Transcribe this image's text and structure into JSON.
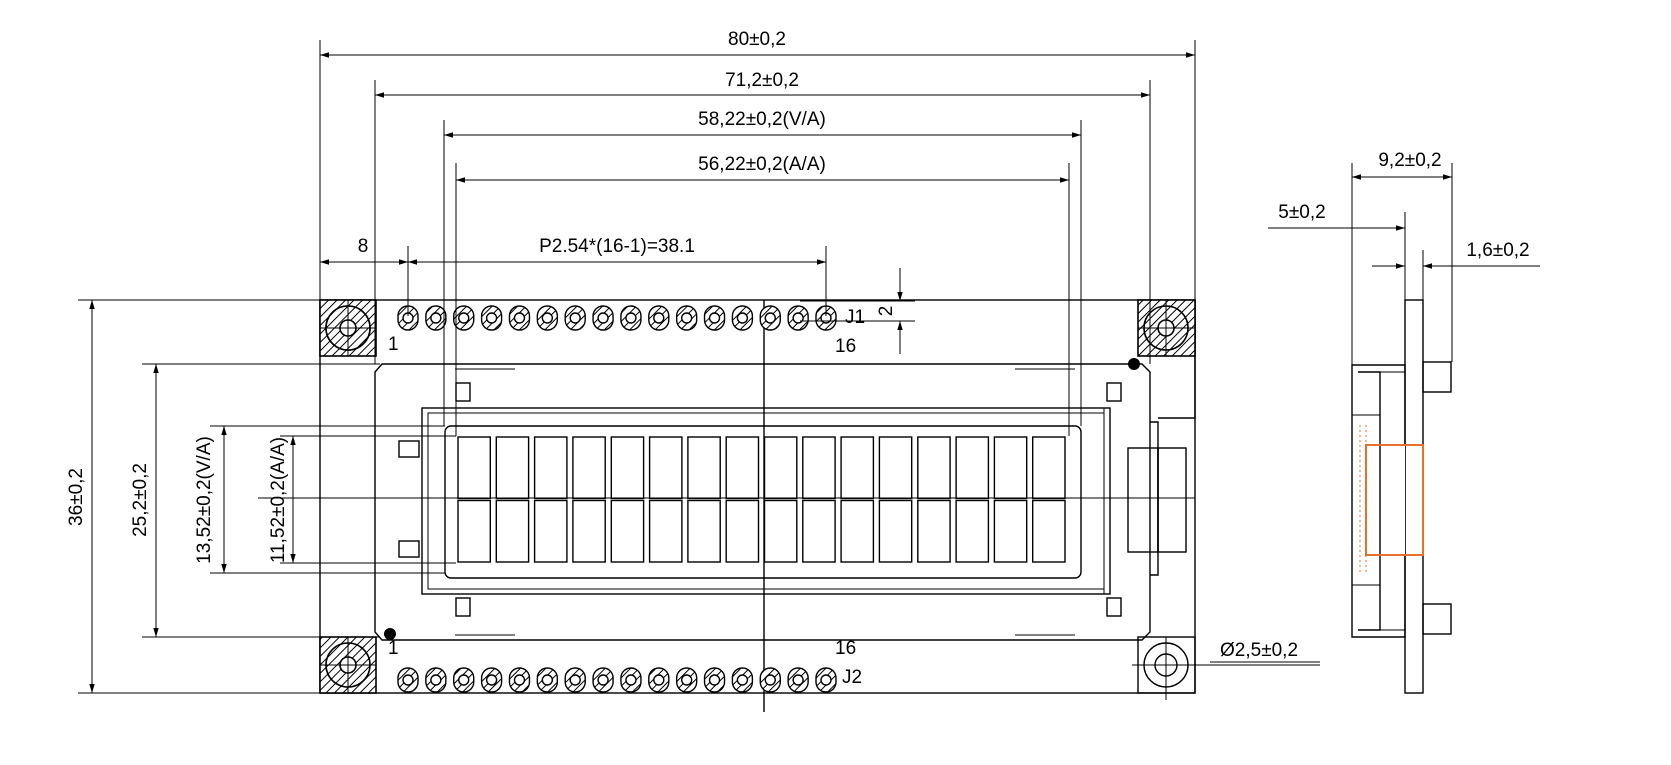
{
  "dimensions": {
    "overall_width": "80±0,2",
    "pcb_hole_span": "71,2±0,2",
    "viewing_area_width": "58,22±0,2(V/A)",
    "active_area_width": "56,22±0,2(A/A)",
    "pin_offset": "8",
    "pin_pitch": "P2.54*(16-1)=38.1",
    "pin_row_height": "2",
    "overall_height": "36±0,2",
    "bezel_height": "25,2±0,2",
    "viewing_area_height": "13,52±0,2(V/A)",
    "active_area_height": "11,52±0,2(A/A)",
    "mount_hole": "Ø2,5±0,2",
    "side_thickness_total": "9,2±0,2",
    "side_module_depth": "5±0,2",
    "pcb_thickness": "1,6±0,2"
  },
  "pins": {
    "connector_top": "J1",
    "connector_bottom": "J2",
    "top_first": "1",
    "top_last": "16",
    "bottom_first": "1",
    "bottom_last": "16"
  },
  "display": {
    "columns": 16,
    "rows": 2
  },
  "colors": {
    "line": "#000000",
    "accent": "#e8702a"
  }
}
